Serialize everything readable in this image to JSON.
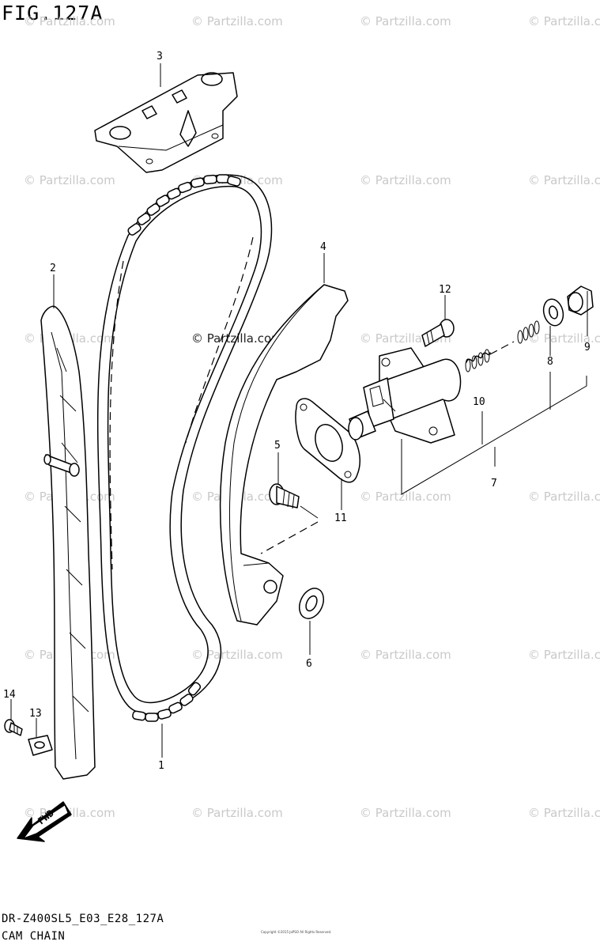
{
  "figure": {
    "title": "FIG.127A",
    "model_code": "DR-Z400SL5_E03_E28_127A",
    "group_name": "CAM CHAIN",
    "copyright_small": "Copyright ©2015 JoPSO All Rights Reserved."
  },
  "watermark": {
    "text": "© Partzilla.com"
  },
  "callouts": [
    {
      "number": "1",
      "part": "cam-chain"
    },
    {
      "number": "2",
      "part": "chain-guide-front"
    },
    {
      "number": "3",
      "part": "chain-guide-top"
    },
    {
      "number": "4",
      "part": "chain-tensioner-guide"
    },
    {
      "number": "5",
      "part": "tensioner-pivot-bolt"
    },
    {
      "number": "6",
      "part": "washer"
    },
    {
      "number": "7",
      "part": "tensioner-assembly"
    },
    {
      "number": "8",
      "part": "gasket-washer"
    },
    {
      "number": "9",
      "part": "tensioner-cap-bolt"
    },
    {
      "number": "10",
      "part": "spring"
    },
    {
      "number": "11",
      "part": "tensioner-gasket"
    },
    {
      "number": "12",
      "part": "tensioner-bolt"
    },
    {
      "number": "13",
      "part": "guide-retainer"
    },
    {
      "number": "14",
      "part": "retainer-screw"
    }
  ],
  "direction_badge": {
    "label": "FWD"
  }
}
